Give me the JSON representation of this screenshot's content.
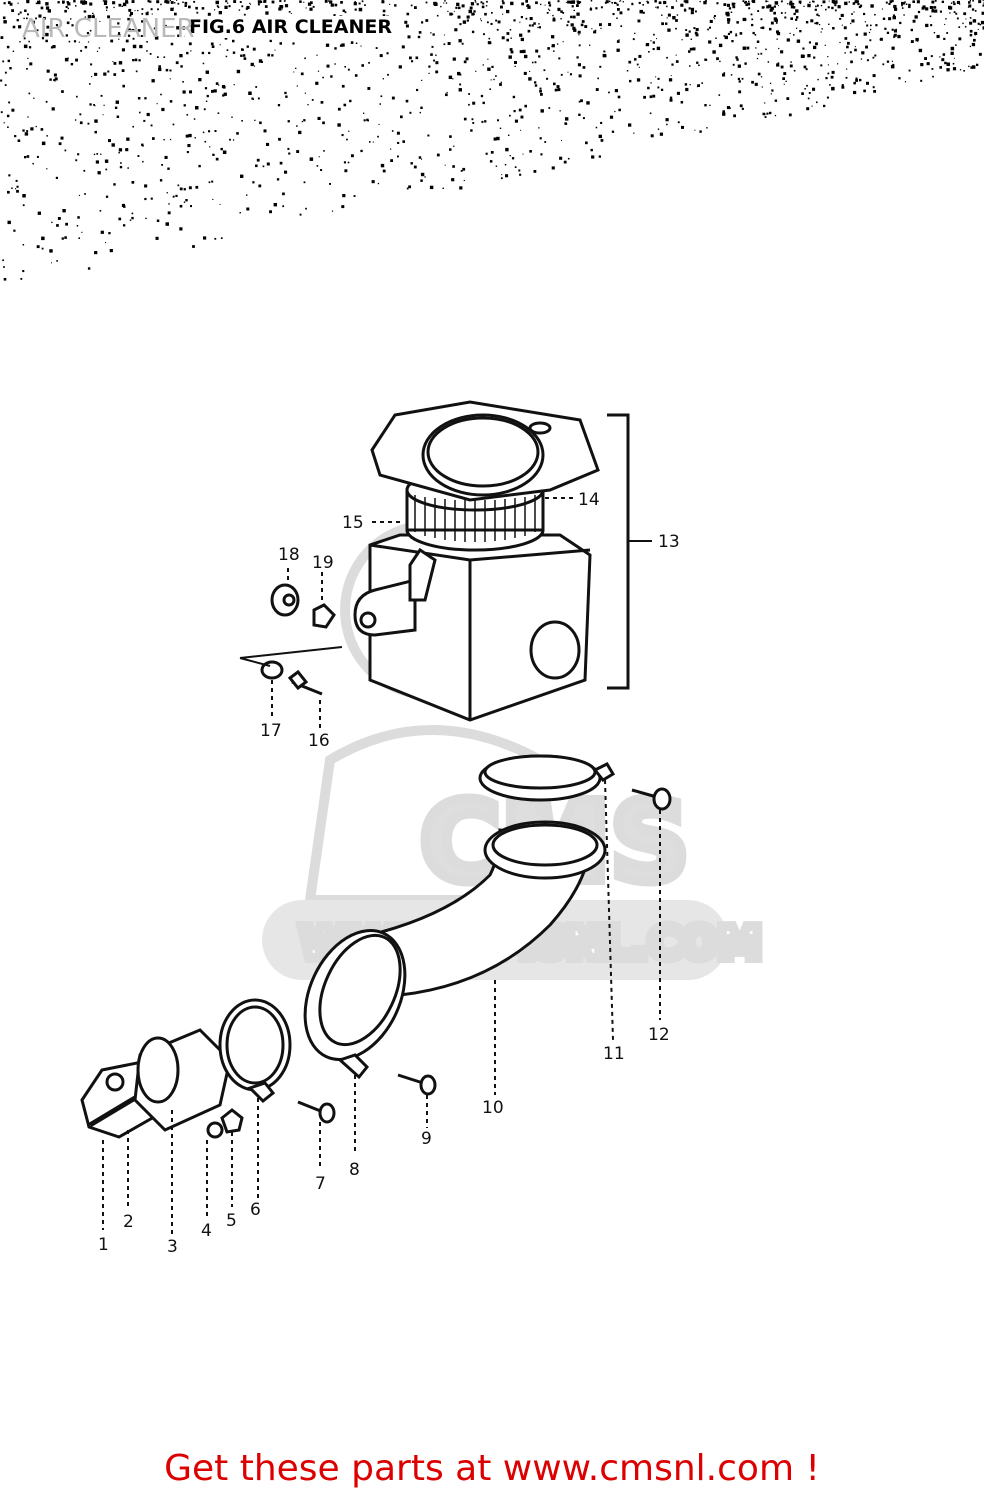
{
  "header": {
    "overlay_title": "AIR CLEANER",
    "printed_title": "FIG.6  AIR CLEANER"
  },
  "watermark": {
    "text": "WWW.CMSNL.COM",
    "logo_text": "CMS"
  },
  "callouts": [
    {
      "id": "1",
      "label": "1"
    },
    {
      "id": "2",
      "label": "2"
    },
    {
      "id": "3",
      "label": "3"
    },
    {
      "id": "4",
      "label": "4"
    },
    {
      "id": "5",
      "label": "5"
    },
    {
      "id": "6",
      "label": "6"
    },
    {
      "id": "7",
      "label": "7"
    },
    {
      "id": "8",
      "label": "8"
    },
    {
      "id": "9",
      "label": "9"
    },
    {
      "id": "10",
      "label": "10"
    },
    {
      "id": "11",
      "label": "11"
    },
    {
      "id": "12",
      "label": "12"
    },
    {
      "id": "13",
      "label": "13"
    },
    {
      "id": "14",
      "label": "14"
    },
    {
      "id": "15",
      "label": "15"
    },
    {
      "id": "16",
      "label": "16"
    },
    {
      "id": "17",
      "label": "17"
    },
    {
      "id": "18",
      "label": "18"
    },
    {
      "id": "19",
      "label": "19"
    }
  ],
  "footer": {
    "cta_text": "Get these parts at www.cmsnl.com !"
  },
  "colors": {
    "line": "#111111",
    "watermark": "#d8d8d8",
    "cta": "#dd0000"
  }
}
